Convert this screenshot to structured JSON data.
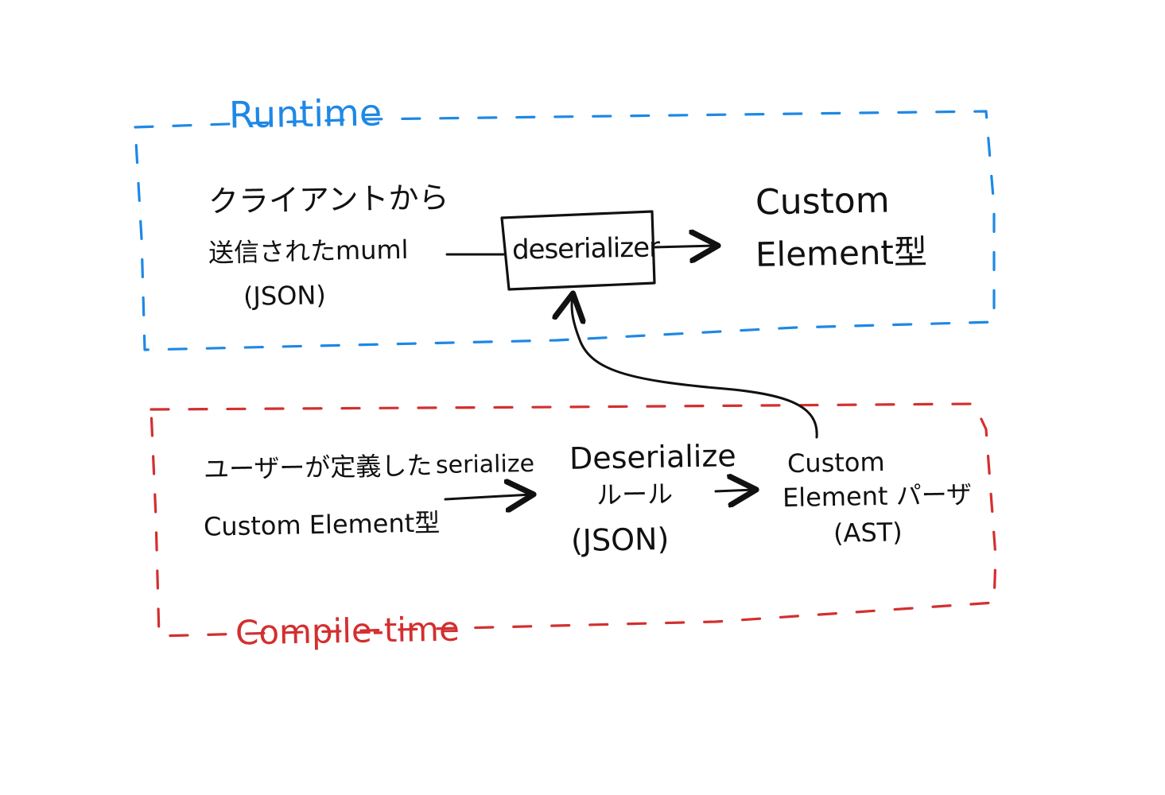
{
  "runtime": {
    "label": "Runtime",
    "color": "#1e88e5",
    "input_line1": "クライアントから",
    "input_line2": "送信されたmuml",
    "input_line3": "(JSON)",
    "process": "deserializer",
    "output_line1": "Custom",
    "output_line2": "Element型"
  },
  "compile": {
    "label": "Compile-time",
    "color": "#d32f2f",
    "input_line1": "ユーザーが定義した",
    "input_line2": "Custom Element型",
    "edge_label": "serialize",
    "rule_line1": "Deserialize",
    "rule_line2": "ルール",
    "rule_line3": "(JSON)",
    "parser_line1": "Custom",
    "parser_line2": "Element パーザ",
    "parser_line3": "(AST)"
  }
}
